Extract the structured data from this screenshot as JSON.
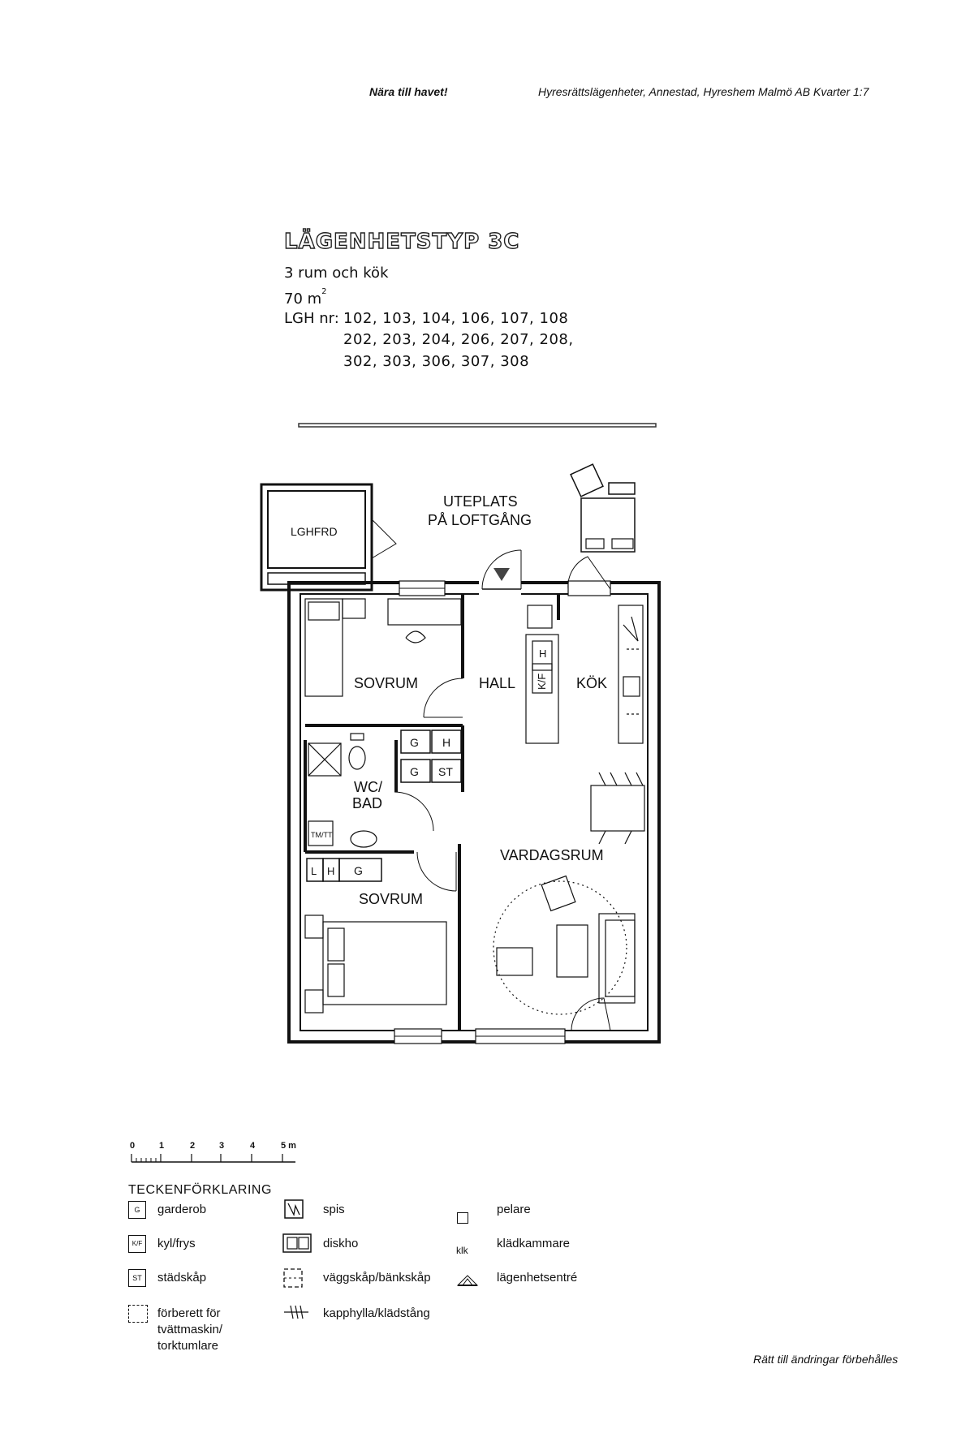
{
  "header": {
    "left": "Nära till havet!",
    "right": "Hyresrättslägenheter, Annestad, Hyreshem Malmö AB   Kvarter 1:7"
  },
  "apartment": {
    "title": "LÄGENHETSTYP 3C",
    "rooms": "3 rum och kök",
    "area": "70 m",
    "area_sup": "2",
    "lgh_label": "LGH nr:",
    "lgh_lines": [
      "102, 103, 104, 106, 107, 108",
      "202, 203, 204, 206, 207, 208,",
      "302, 303, 306, 307, 308"
    ]
  },
  "plan": {
    "labels": {
      "uteplats": "UTEPLATS",
      "loftgang": "PÅ LOFTGÅNG",
      "lghfrd": "LGHFRD",
      "sovrum1": "SOVRUM",
      "hall": "HALL",
      "kok": "KÖK",
      "wc1": "WC/",
      "wc2": "BAD",
      "vardagsrum": "VARDAGSRUM",
      "sovrum2": "SOVRUM",
      "g": "G",
      "h": "H",
      "st": "ST",
      "l": "L",
      "kf": "K/F",
      "tmtt": "TM/TT"
    }
  },
  "scale": {
    "ticks": [
      "0",
      "1",
      "2",
      "3",
      "4",
      "5 m"
    ]
  },
  "legend": {
    "title": "TECKENFÖRKLARING",
    "items": [
      {
        "symbol": "G",
        "text": "garderob"
      },
      {
        "symbol": "spis-icon",
        "text": "spis"
      },
      {
        "symbol": "pelare-icon",
        "text": "pelare"
      },
      {
        "symbol": "K/F",
        "text": "kyl/frys"
      },
      {
        "symbol": "diskho-icon",
        "text": "diskho"
      },
      {
        "symbol": "klk",
        "text": "klädkammare"
      },
      {
        "symbol": "ST",
        "text": "städskåp"
      },
      {
        "symbol": "vaggskap-icon",
        "text": "väggskåp/bänkskåp"
      },
      {
        "symbol": "entre-icon",
        "text": "lägenhetsentré"
      },
      {
        "symbol": "tvatt-icon",
        "text": "förberett för"
      },
      {
        "symbol": "kapphylla-icon",
        "text": "kapphylla/klädstång"
      }
    ],
    "tvatt_extra": [
      "tvättmaskin/",
      "torktumlare"
    ],
    "klk_symbol": "klk"
  },
  "footer": "Rätt till ändringar förbehålles"
}
